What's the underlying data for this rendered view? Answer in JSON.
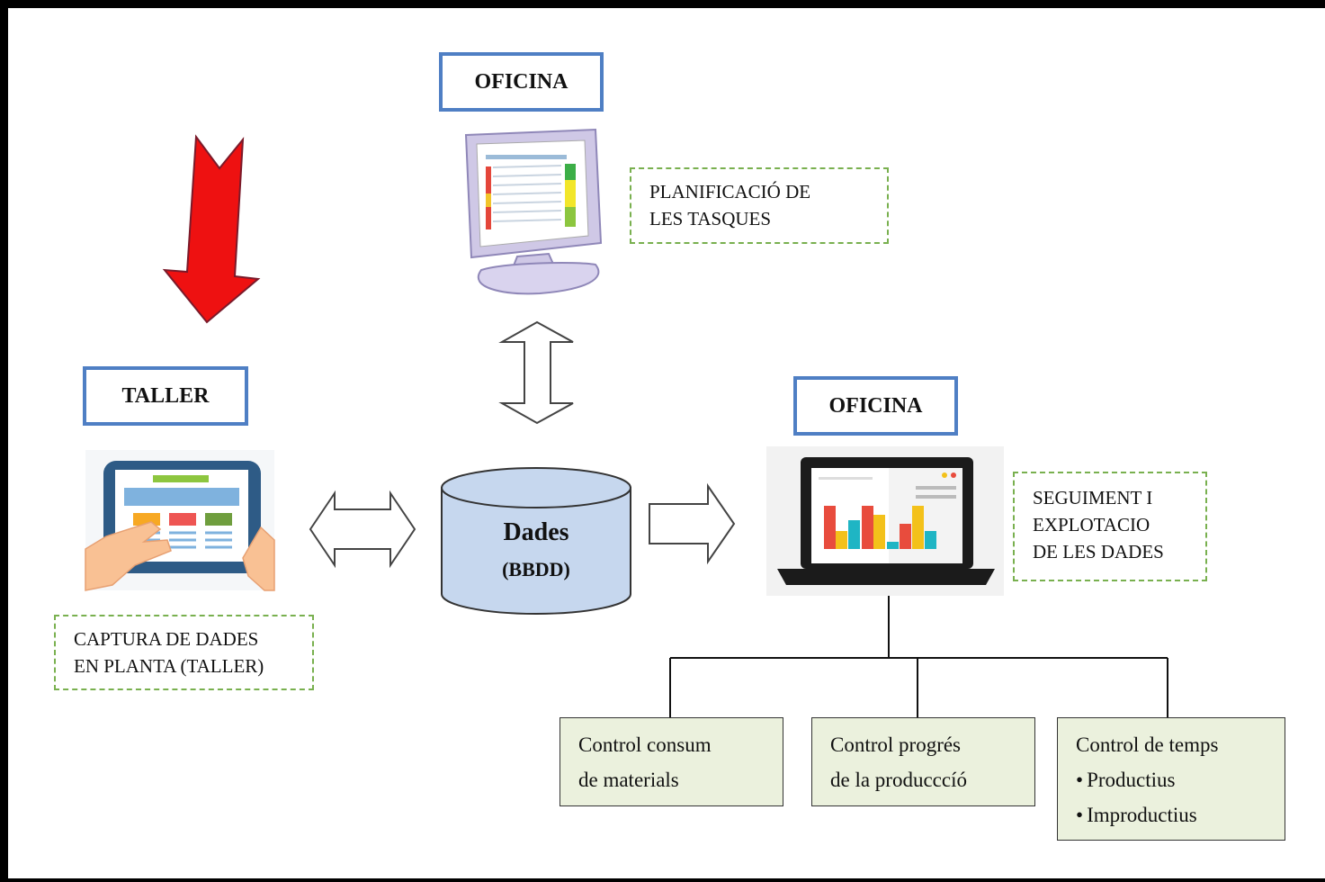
{
  "office_top": {
    "label": "OFICINA",
    "note": "PLANIFICACIÓ DE\nLES TASQUES"
  },
  "workshop": {
    "label": "TALLER",
    "note": "CAPTURA DE DADES\nEN PLANTA (TALLER)"
  },
  "database": {
    "title": "Dades",
    "subtitle": "(BBDD)"
  },
  "office_right": {
    "label": "OFICINA",
    "note": "SEGUIMENT I\nEXPLOTACIO\nDE LES DADES"
  },
  "controls": [
    {
      "line1": "Control consum",
      "line2": "de materials"
    },
    {
      "line1": "Control progrés",
      "line2": "de la producccíó"
    },
    {
      "title": "Control de temps",
      "items": [
        "Productius",
        "Improductius"
      ]
    }
  ],
  "icons": [
    "red-down-arrow-icon",
    "desktop-monitor-icon",
    "tablet-hands-icon",
    "database-cylinder-icon",
    "laptop-chart-icon",
    "double-arrow-icon",
    "right-arrow-icon"
  ],
  "colors": {
    "box_border": "#4f7fc4",
    "dashed_border": "#79b04f",
    "node_fill": "#ebf1dd",
    "db_fill": "#c6d7ee",
    "arrow_red": "#ee1111"
  }
}
